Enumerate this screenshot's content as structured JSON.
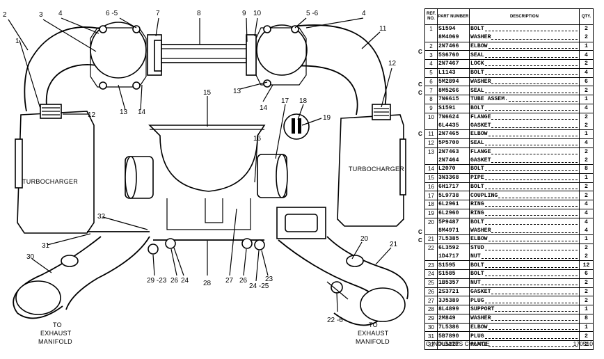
{
  "diagram": {
    "callouts": {
      "c1": "1",
      "c2": "2",
      "c3": "3",
      "c4a": "4",
      "c65a": "6 -5",
      "c7": "7",
      "c8": "8",
      "c9": "9",
      "c10": "10",
      "c56": "5 -6",
      "c4b": "4",
      "c11": "11",
      "c12a": "12",
      "c12b": "12",
      "c13a": "13",
      "c14a": "14",
      "c13b": "13",
      "c14b": "14",
      "c15": "15",
      "c16": "16",
      "c17": "17",
      "c18": "18",
      "c19": "19",
      "c20": "20",
      "c21": "21",
      "c30": "30",
      "c31": "31",
      "c32": "32",
      "c29_23": "29 -23",
      "c26a": "26",
      "c24": "24",
      "c28": "28",
      "c27": "27",
      "c26b": "26",
      "c24_25": "24 -25",
      "c23": "23",
      "c22_6": "22 -6"
    },
    "turbo_left": "TURBOCHARGER",
    "turbo_right": "TURBOCHARGER",
    "to_left": [
      "TO",
      "EXHAUST",
      "MANIFOLD"
    ],
    "to_right": [
      "TO",
      "EXHAUST",
      "MANIFOLD"
    ]
  },
  "parts_table": {
    "headers": {
      "ref": "REF. NO.",
      "part": "PART NUMBER",
      "desc": "DESCRIPTION",
      "qty": "QTY."
    },
    "rows": [
      {
        "change": "",
        "ref": "1",
        "part": "S1594",
        "desc": "BOLT",
        "qty": "2",
        "group": true
      },
      {
        "change": "",
        "ref": "",
        "part": "8M4069",
        "desc": "WASHER",
        "qty": "2",
        "group": false
      },
      {
        "change": "",
        "ref": "2",
        "part": "2N7466",
        "desc": "ELBOW",
        "qty": "1",
        "group": true
      },
      {
        "change": "C",
        "ref": "3",
        "part": "5S6760",
        "desc": "SEAL",
        "qty": "4",
        "group": true
      },
      {
        "change": "",
        "ref": "4",
        "part": "2N7467",
        "desc": "LOCK",
        "qty": "2",
        "group": true
      },
      {
        "change": "",
        "ref": "5",
        "part": "L1143",
        "desc": "BOLT",
        "qty": "4",
        "group": true
      },
      {
        "change": "",
        "ref": "6",
        "part": "5M2894",
        "desc": "WASHER",
        "qty": "6",
        "group": true
      },
      {
        "change": "C",
        "ref": "7",
        "part": "8M5266",
        "desc": "SEAL",
        "qty": "2",
        "group": true
      },
      {
        "change": "C",
        "ref": "8",
        "part": "7N6615",
        "desc": "TUBE ASSEM.",
        "qty": "1",
        "group": true
      },
      {
        "change": "",
        "ref": "9",
        "part": "S1591",
        "desc": "BOLT",
        "qty": "4",
        "group": true
      },
      {
        "change": "",
        "ref": "10",
        "part": "7N6624",
        "desc": "FLANGE",
        "qty": "2",
        "group": true
      },
      {
        "change": "",
        "ref": "",
        "part": "6L4435",
        "desc": "GASKET",
        "qty": "2",
        "group": false
      },
      {
        "change": "",
        "ref": "11",
        "part": "2N7465",
        "desc": "ELBOW",
        "qty": "1",
        "group": true
      },
      {
        "change": "C",
        "ref": "12",
        "part": "5P5700",
        "desc": "SEAL",
        "qty": "4",
        "group": true
      },
      {
        "change": "",
        "ref": "13",
        "part": "2N7463",
        "desc": "FLANGE",
        "qty": "2",
        "group": true
      },
      {
        "change": "",
        "ref": "",
        "part": "2N7464",
        "desc": "GASKET",
        "qty": "2",
        "group": false
      },
      {
        "change": "",
        "ref": "14",
        "part": "L2070",
        "desc": "BOLT",
        "qty": "8",
        "group": true
      },
      {
        "change": "",
        "ref": "15",
        "part": "3N3368",
        "desc": "PIPE",
        "qty": "1",
        "group": true
      },
      {
        "change": "",
        "ref": "16",
        "part": "6H1717",
        "desc": "BOLT",
        "qty": "2",
        "group": true
      },
      {
        "change": "",
        "ref": "17",
        "part": "5L9738",
        "desc": "COUPLING",
        "qty": "2",
        "group": true
      },
      {
        "change": "",
        "ref": "18",
        "part": "6L2961",
        "desc": "RING",
        "qty": "4",
        "group": true
      },
      {
        "change": "",
        "ref": "19",
        "part": "6L2960",
        "desc": "RING",
        "qty": "4",
        "group": true
      },
      {
        "change": "",
        "ref": "20",
        "part": "5P9487",
        "desc": "BOLT",
        "qty": "4",
        "group": true
      },
      {
        "change": "",
        "ref": "",
        "part": "8M4971",
        "desc": "WASHER",
        "qty": "4",
        "group": false
      },
      {
        "change": "",
        "ref": "21",
        "part": "7L5385",
        "desc": "ELBOW",
        "qty": "1",
        "group": true
      },
      {
        "change": "C",
        "ref": "22",
        "part": "6L3592",
        "desc": "STUD",
        "qty": "2",
        "group": true
      },
      {
        "change": "C",
        "ref": "",
        "part": "1D4717",
        "desc": "NUT",
        "qty": "2",
        "group": false
      },
      {
        "change": "",
        "ref": "23",
        "part": "S1595",
        "desc": "BOLT",
        "qty": "12",
        "group": true
      },
      {
        "change": "",
        "ref": "24",
        "part": "S1585",
        "desc": "BOLT",
        "qty": "6",
        "group": true
      },
      {
        "change": "",
        "ref": "25",
        "part": "1B5357",
        "desc": "NUT",
        "qty": "2",
        "group": true
      },
      {
        "change": "",
        "ref": "26",
        "part": "2S3721",
        "desc": "GASKET",
        "qty": "2",
        "group": true
      },
      {
        "change": "",
        "ref": "27",
        "part": "3J5389",
        "desc": "PLUG",
        "qty": "2",
        "group": true
      },
      {
        "change": "",
        "ref": "28",
        "part": "8L4899",
        "desc": "SUPPORT",
        "qty": "1",
        "group": true
      },
      {
        "change": "",
        "ref": "29",
        "part": "2M849",
        "desc": "WASHER",
        "qty": "8",
        "group": true
      },
      {
        "change": "",
        "ref": "30",
        "part": "7L5386",
        "desc": "ELBOW",
        "qty": "1",
        "group": true
      },
      {
        "change": "",
        "ref": "31",
        "part": "5B7890",
        "desc": "PLUG",
        "qty": "2",
        "group": true
      },
      {
        "change": "",
        "ref": "32",
        "part": "7L5227",
        "desc": "PLATE",
        "qty": "2",
        "group": true
      }
    ]
  },
  "footer": {
    "note": "C INDICATES CHANGE",
    "code": "170510"
  }
}
